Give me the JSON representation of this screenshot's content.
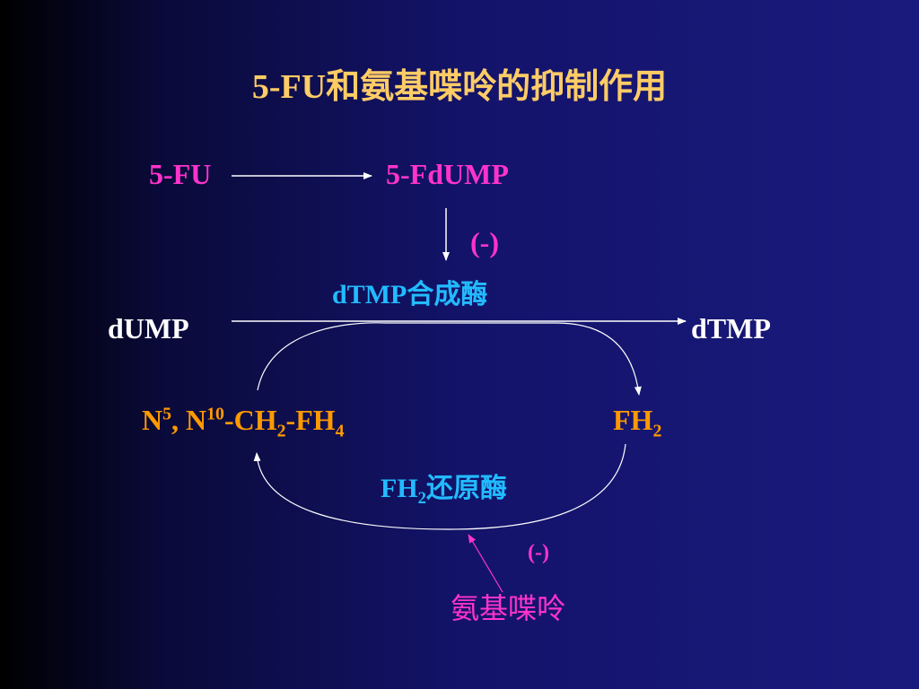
{
  "title": "5-FU和氨基喋呤的抑制作用",
  "nodes": {
    "fu": "5-FU",
    "fdump": "5-FdUMP",
    "inhibit_top": "(-)",
    "enzyme_top": "dTMP合成酶",
    "dump": "dUMP",
    "dtmp": "dTMP",
    "n5_pre": "N",
    "n5_sup": "5",
    "n10_pre": ", N",
    "n10_sup": "10",
    "ch_pre": "-CH",
    "ch_sub": "2",
    "fh_pre": "-FH",
    "fh_sub": "4",
    "fh2_pre": "FH",
    "fh2_sub": "2",
    "enzyme_bottom_pre": "FH",
    "enzyme_bottom_sub": "2",
    "enzyme_bottom_suffix": "还原酶",
    "inhibit_bottom": "(-)",
    "aminopterin": "氨基喋呤"
  },
  "colors": {
    "title": "#ffcc66",
    "magenta": "#ff33cc",
    "cyan": "#22bbff",
    "white": "#ffffff",
    "orange": "#ff9900"
  }
}
